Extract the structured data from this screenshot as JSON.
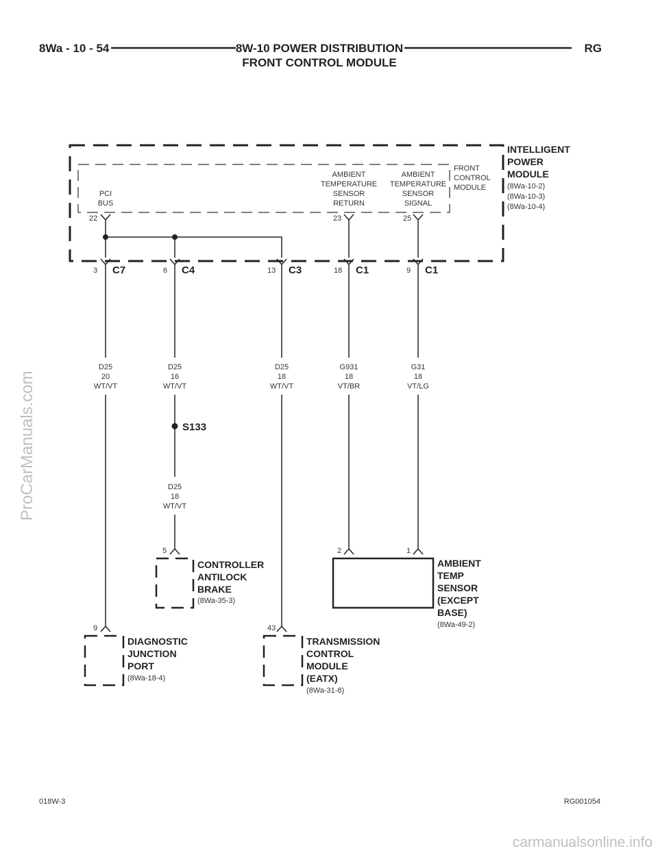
{
  "header": {
    "page_number": "8Wa - 10 - 54",
    "title_line1": "8W-10 POWER DISTRIBUTION",
    "title_line2": "FRONT CONTROL MODULE",
    "code": "RG"
  },
  "ipm": {
    "name_lines": [
      "INTELLIGENT",
      "POWER",
      "MODULE"
    ],
    "refs": [
      "(8Wa-10-2)",
      "(8Wa-10-3)",
      "(8Wa-10-4)"
    ]
  },
  "fcm": {
    "name_lines": [
      "FRONT",
      "CONTROL",
      "MODULE"
    ],
    "pins": [
      {
        "number": "22",
        "label_lines": [
          "PCI",
          "BUS"
        ]
      },
      {
        "number": "23",
        "label_lines": [
          "AMBIENT",
          "TEMPERATURE",
          "SENSOR",
          "RETURN"
        ]
      },
      {
        "number": "25",
        "label_lines": [
          "AMBIENT",
          "TEMPERATURE",
          "SENSOR",
          "SIGNAL"
        ]
      }
    ]
  },
  "connectors": [
    {
      "pin": "3",
      "name": "C7"
    },
    {
      "pin": "6",
      "name": "C4"
    },
    {
      "pin": "13",
      "name": "C3"
    },
    {
      "pin": "18",
      "name": "C1"
    },
    {
      "pin": "9",
      "name": "C1"
    }
  ],
  "wires": [
    {
      "circuit": "D25",
      "gauge": "20",
      "color": "WT/VT"
    },
    {
      "circuit": "D25",
      "gauge": "16",
      "color": "WT/VT"
    },
    {
      "circuit": "D25",
      "gauge": "18",
      "color": "WT/VT"
    },
    {
      "circuit": "G931",
      "gauge": "18",
      "color": "VT/BR"
    },
    {
      "circuit": "G31",
      "gauge": "18",
      "color": "VT/LG"
    },
    {
      "circuit": "D25",
      "gauge": "18",
      "color": "WT/VT"
    }
  ],
  "splice": {
    "name": "S133"
  },
  "components": {
    "abs": {
      "pin": "5",
      "name_lines": [
        "CONTROLLER",
        "ANTILOCK",
        "BRAKE"
      ],
      "ref": "(8Wa-35-3)"
    },
    "ambient": {
      "pins": [
        "2",
        "1"
      ],
      "name_lines": [
        "AMBIENT",
        "TEMP",
        "SENSOR",
        "(EXCEPT",
        "BASE)"
      ],
      "ref": "(8Wa-49-2)"
    },
    "diag": {
      "pin": "9",
      "name_lines": [
        "DIAGNOSTIC",
        "JUNCTION",
        "PORT"
      ],
      "ref": "(8Wa-18-4)"
    },
    "tcm": {
      "pin": "43",
      "name_lines": [
        "TRANSMISSION",
        "CONTROL",
        "MODULE",
        "(EATX)"
      ],
      "ref": "(8Wa-31-8)"
    }
  },
  "footer": {
    "left": "018W-3",
    "right": "RG001054"
  },
  "watermarks": {
    "side": "ProCarManuals.com",
    "bottom": "carmanualsonline.info"
  }
}
